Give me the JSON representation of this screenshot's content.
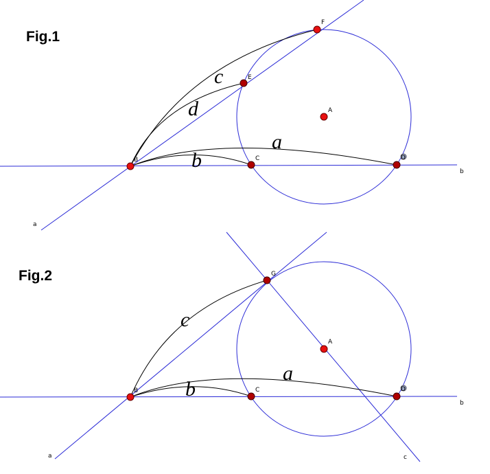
{
  "figures": [
    {
      "title": "Fig.1",
      "points": [
        "B",
        "C",
        "D",
        "E",
        "F",
        "A"
      ],
      "lines": [
        "a",
        "b"
      ],
      "segments": [
        "a",
        "b",
        "c",
        "d"
      ]
    },
    {
      "title": "Fig.2",
      "points": [
        "B",
        "C",
        "D",
        "G",
        "A"
      ],
      "lines": [
        "a",
        "b",
        "c"
      ],
      "segments": [
        "a",
        "b",
        "c"
      ]
    }
  ],
  "colors": {
    "lines": "#2a2ad6",
    "point_fill": "#e81010",
    "point_fill_dark": "#b00000",
    "point_fill_grey": "#9aa6c4",
    "arcs": "#000000"
  }
}
